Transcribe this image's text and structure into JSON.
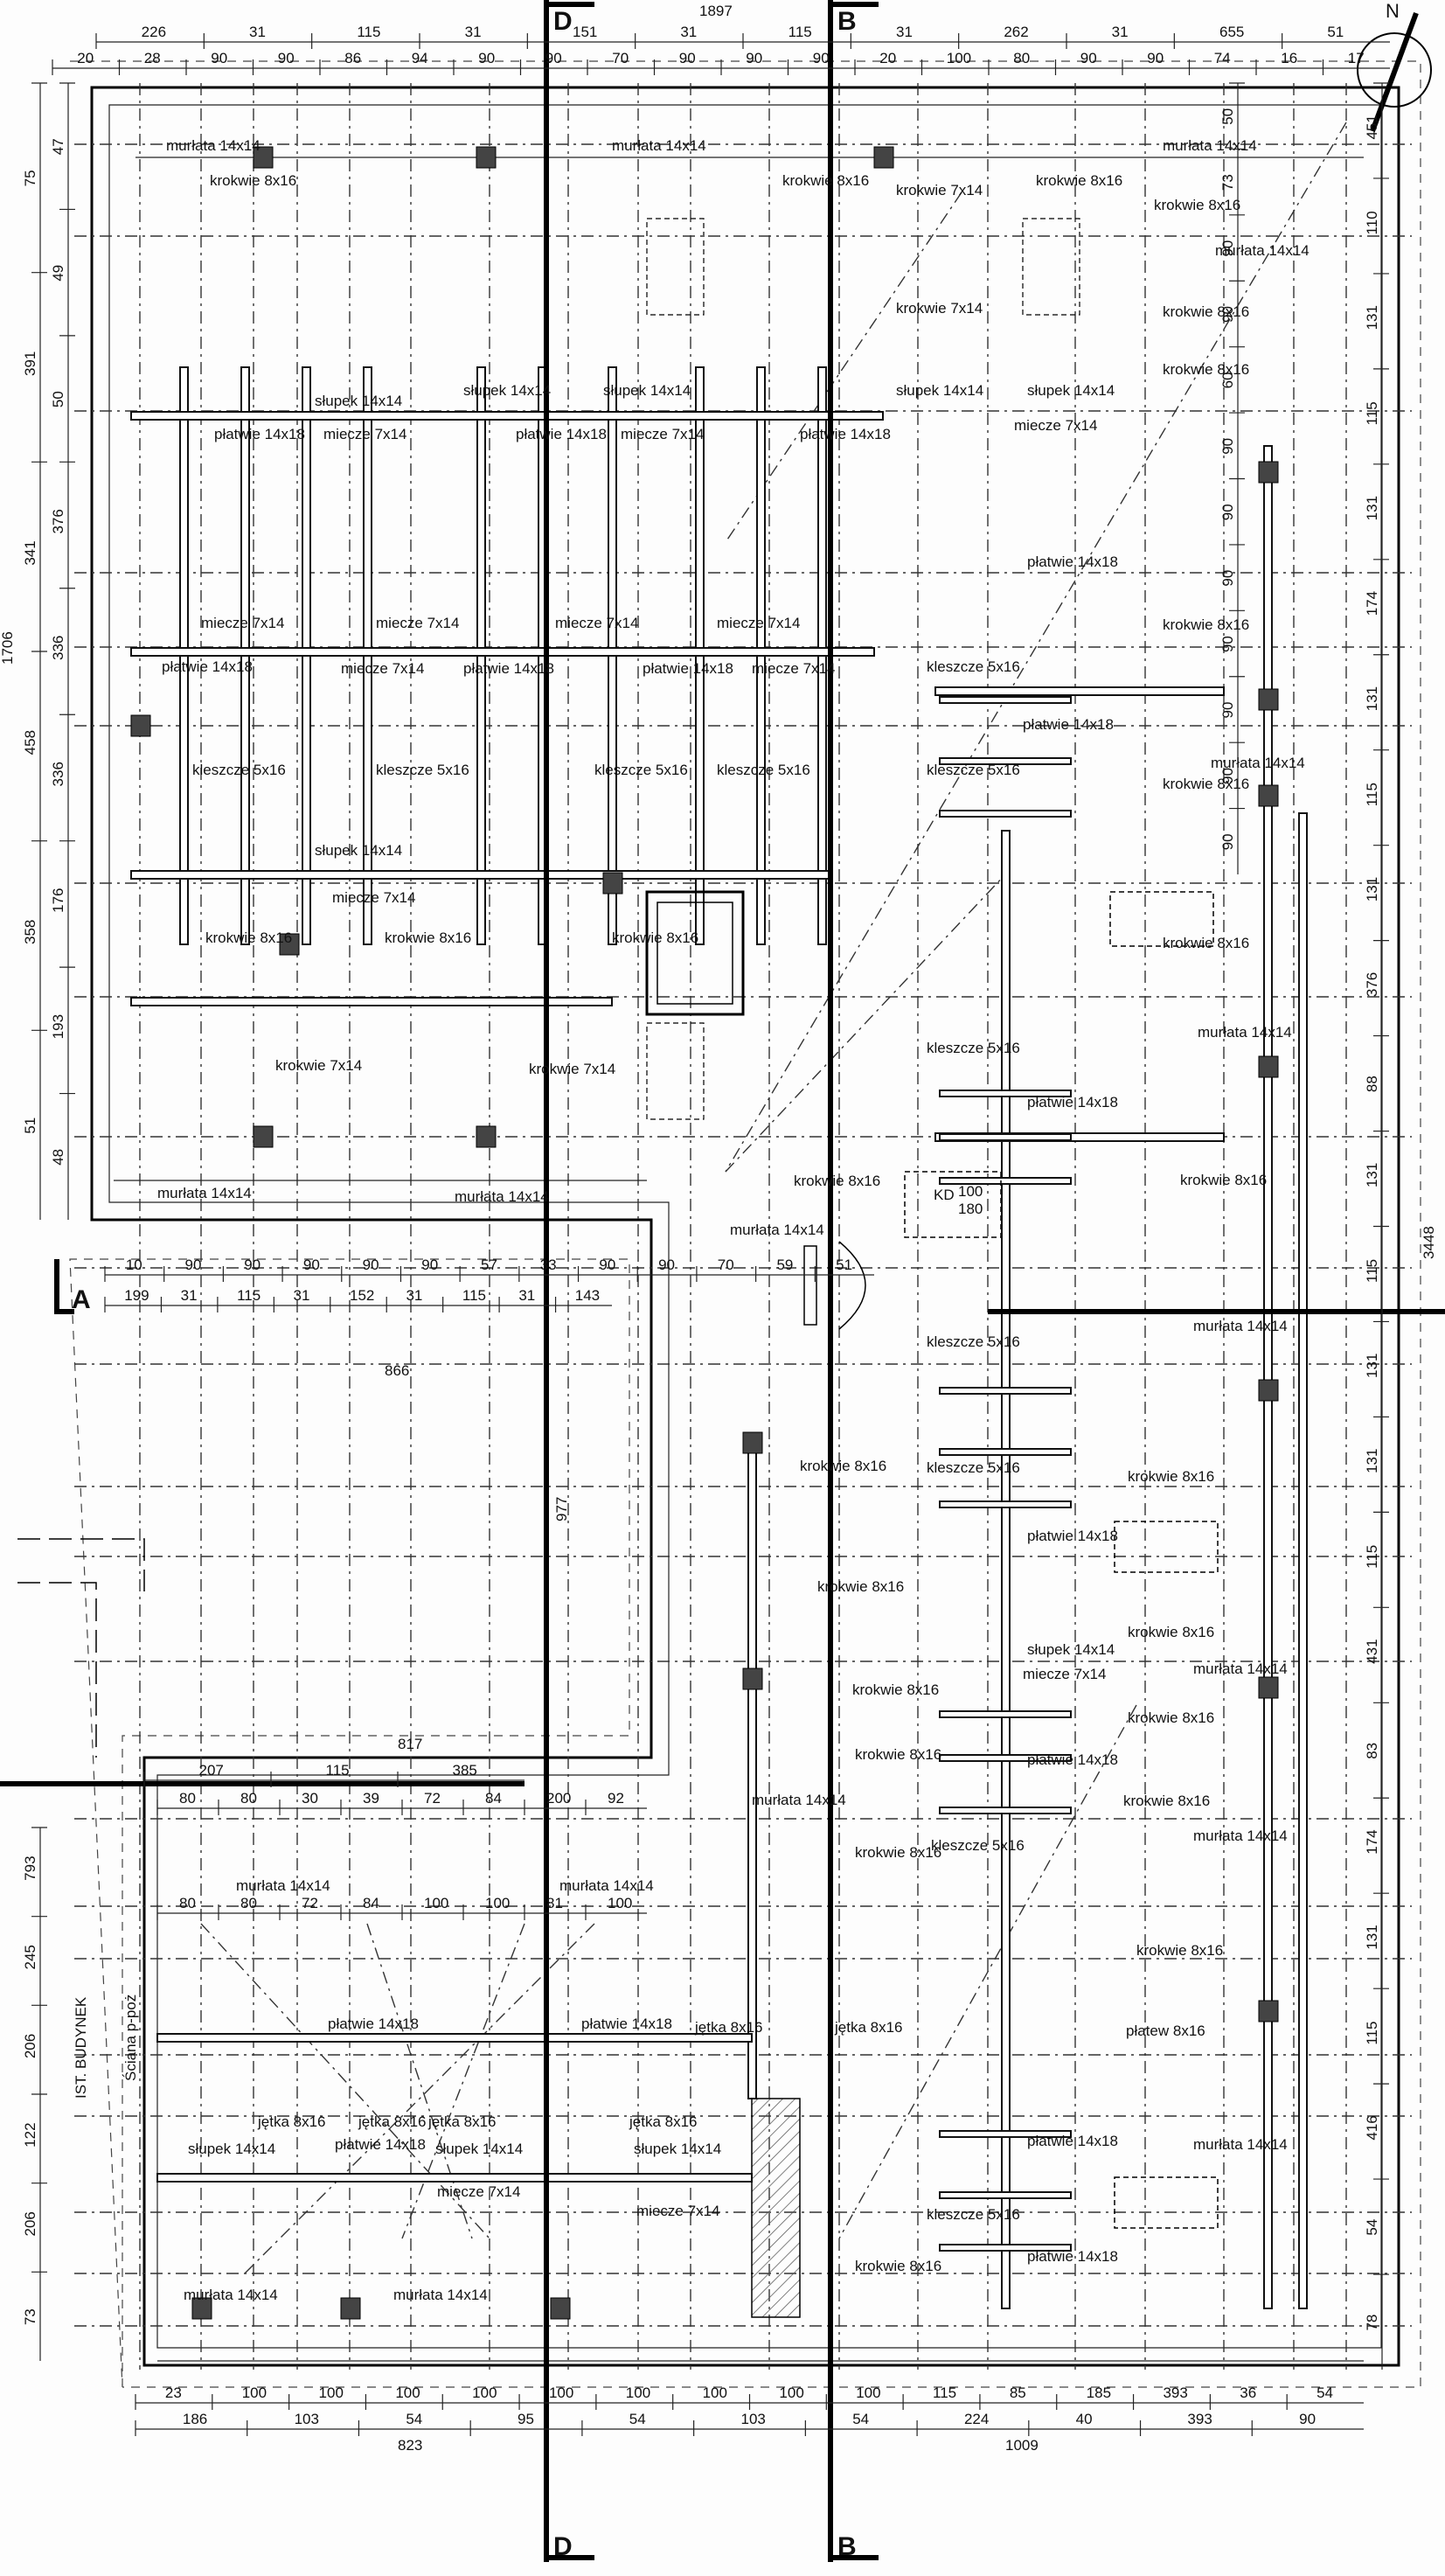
{
  "section_markers": {
    "top_left": "D",
    "top_right": "B",
    "bottom_left": "D",
    "bottom_right": "B",
    "side_left": "A"
  },
  "north_arrow": {
    "letter": "N",
    "icon": "north-arrow-icon"
  },
  "top_dimensions": {
    "overall": "1897",
    "row1": [
      "226",
      "31",
      "115",
      "31",
      "151",
      "31",
      "115",
      "31",
      "262",
      "31",
      "655",
      "51"
    ],
    "row2": [
      "20",
      "28",
      "90",
      "90",
      "86",
      "94",
      "90",
      "90",
      "70",
      "90",
      "90",
      "90",
      "20",
      "100",
      "80",
      "90",
      "90",
      "74",
      "16",
      "17"
    ]
  },
  "left_dimensions": {
    "overall": "1706",
    "outer": [
      "75",
      "391",
      "341",
      "458",
      "358",
      "51"
    ],
    "inner": [
      "47",
      "49",
      "50",
      "376",
      "336",
      "336",
      "176",
      "193",
      "48"
    ]
  },
  "right_dimensions": {
    "overall": "3448",
    "outer": [
      "451",
      "110",
      "131",
      "115",
      "131",
      "174",
      "131",
      "115",
      "131",
      "376",
      "88",
      "131",
      "115",
      "131",
      "131",
      "115",
      "431",
      "83",
      "174",
      "131",
      "115",
      "416",
      "54",
      "78"
    ],
    "inner": [
      "50",
      "73",
      "90",
      "90",
      "60",
      "90",
      "90",
      "90",
      "90",
      "90",
      "90",
      "90"
    ]
  },
  "mid_dimensions": {
    "row_a": [
      "10",
      "90",
      "90",
      "90",
      "90",
      "90",
      "57",
      "33",
      "90",
      "90",
      "70",
      "59",
      "51"
    ],
    "row_b": [
      "199",
      "31",
      "115",
      "31",
      "152",
      "31",
      "115",
      "31",
      "143"
    ],
    "total_b": "866",
    "vertical": "977"
  },
  "lower_dimensions": {
    "overall": "817",
    "row1": [
      "207",
      "115",
      "385"
    ],
    "row2": [
      "80",
      "80",
      "30",
      "39",
      "72",
      "84",
      "200",
      "92"
    ],
    "row3": [
      "80",
      "80",
      "72",
      "84",
      "100",
      "100",
      "81",
      "100"
    ],
    "left": [
      "793",
      "245",
      "206",
      "122",
      "206",
      "73"
    ]
  },
  "bottom_dimensions": {
    "row1": [
      "23",
      "100",
      "100",
      "100",
      "100",
      "100",
      "100",
      "100",
      "100",
      "100",
      "115",
      "85",
      "185",
      "393",
      "36",
      "54"
    ],
    "row2": [
      "186",
      "103",
      "54",
      "95",
      "54",
      "103",
      "54",
      "224",
      "40",
      "393",
      "90"
    ],
    "row3": "823",
    "row4": "1009"
  },
  "labels": {
    "murlata": "murłata 14x14",
    "krokwie": "krokwie 8x16",
    "krokwie7": "krokwie 7x14",
    "platwie": "płatwie 14x18",
    "platew": "płatew 8x16",
    "miecze": "miecze 7x14",
    "slupek": "słupek 14x14",
    "kleszcze": "kleszcze 5x16",
    "jetka": "jętka 8x16",
    "kd": "KD",
    "kd_w": "100",
    "kd_h": "180",
    "sciana": "Ściana p-poż",
    "ist_budynek": "IST. BUDYNEK"
  },
  "colors": {
    "line": "#111111",
    "paper": "#fdfdfd",
    "hatch": "#555555"
  }
}
